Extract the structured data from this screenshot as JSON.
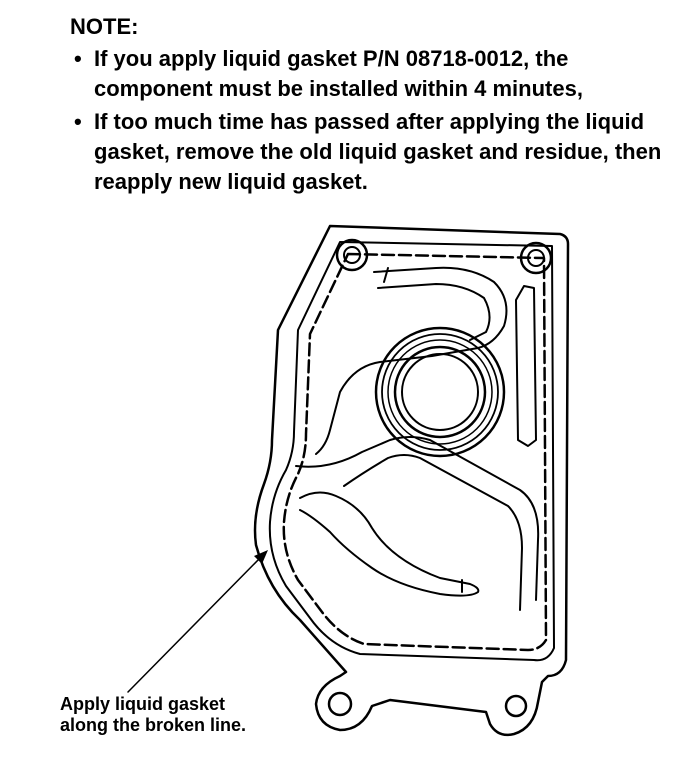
{
  "note": {
    "heading": "NOTE:",
    "items": [
      "If you apply liquid gasket P/N 08718-0012, the component must be installed within 4 minutes,",
      "If too much time has passed after applying the liquid gasket, remove the old liquid gasket and residue, then reapply new liquid gasket."
    ]
  },
  "callout": {
    "line1": "Apply liquid gasket",
    "line2": "along the broken line."
  }
}
